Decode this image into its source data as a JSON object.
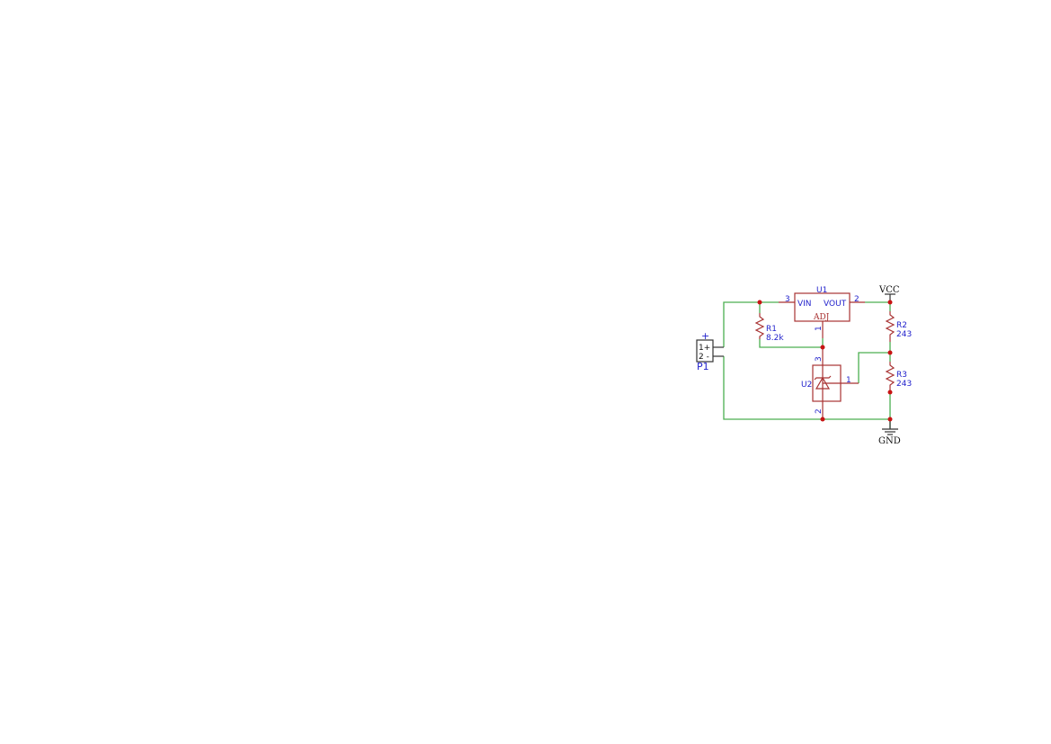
{
  "schematic": {
    "colors": {
      "wire": "#4caf50",
      "component": "#a83232",
      "junction": "#c81414",
      "label_blue": "#2222cc",
      "background": "#ffffff"
    },
    "connector": {
      "ref": "P1",
      "polarity_mark": "+",
      "pins": [
        "1+",
        "2 -"
      ]
    },
    "regulator": {
      "ref": "U1",
      "pin_vin_label": "VIN",
      "pin_vout_label": "VOUT",
      "pin_adj_label": "ADJ",
      "pin_vin_num": "3",
      "pin_vout_num": "2",
      "pin_adj_num": "1"
    },
    "reference": {
      "ref": "U2",
      "pin_top_num": "3",
      "pin_right_num": "1",
      "pin_bottom_num": "2"
    },
    "resistors": [
      {
        "ref": "R1",
        "value": "8.2k"
      },
      {
        "ref": "R2",
        "value": "243"
      },
      {
        "ref": "R3",
        "value": "243"
      }
    ],
    "power": {
      "vcc_label": "VCC",
      "gnd_label": "GND"
    }
  }
}
